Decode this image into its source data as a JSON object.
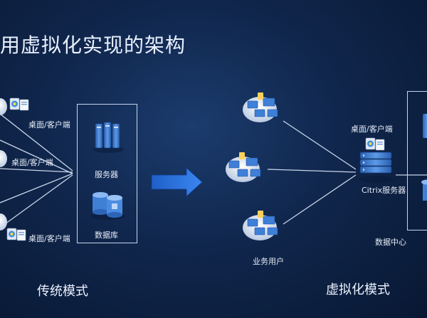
{
  "title": "用虚拟化实现的架构",
  "traditional": {
    "client_labels": [
      "桌面/客户端",
      "桌面/客户端",
      "桌面/客户端"
    ],
    "server_label": "服务器",
    "database_label": "数据库",
    "mode_label": "传统模式"
  },
  "virtual": {
    "client_label": "桌面/客户端",
    "server_label": "Citrix服务器",
    "users_label": "业务用户",
    "datacenter_label": "数据中心",
    "mode_label": "虚拟化模式"
  }
}
